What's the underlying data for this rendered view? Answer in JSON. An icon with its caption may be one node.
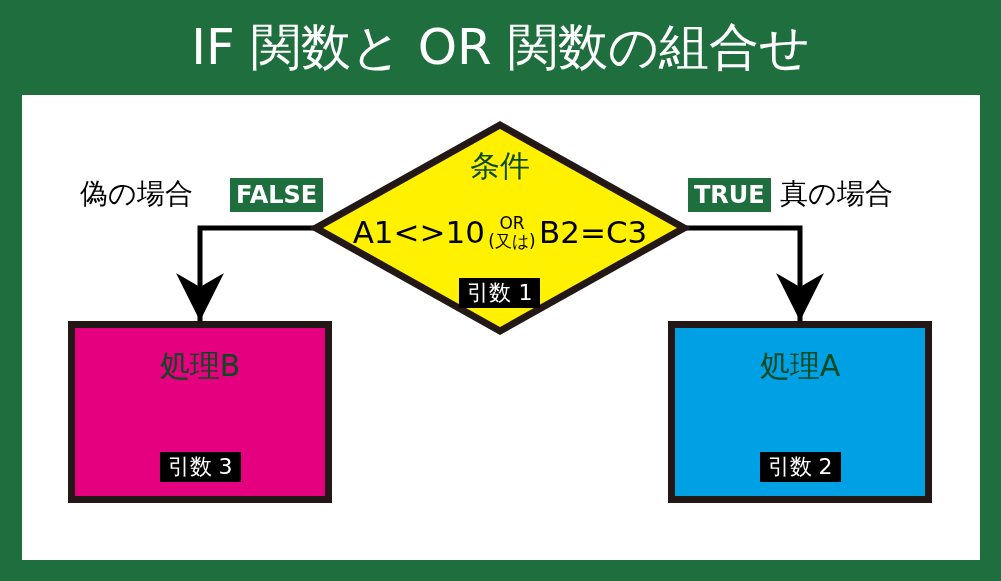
{
  "diagram": {
    "title": "IF 関数と OR 関数の組合せ",
    "nodes": [
      {
        "text": [
          "条件",
          "A1<>10",
          "OR (又は)",
          "B2=C3",
          "引数 1"
        ]
      },
      {
        "text": [
          "処理B",
          "引数 3"
        ]
      },
      {
        "text": [
          "処理A",
          "引数 2"
        ]
      }
    ],
    "edges": [
      {
        "from": 0,
        "to": 1,
        "arrow": "to",
        "label": "FALSE"
      },
      {
        "from": 0,
        "to": 2,
        "arrow": "to",
        "label": "TRUE"
      }
    ],
    "labels": [
      "偽の場合",
      "真の場合"
    ]
  }
}
